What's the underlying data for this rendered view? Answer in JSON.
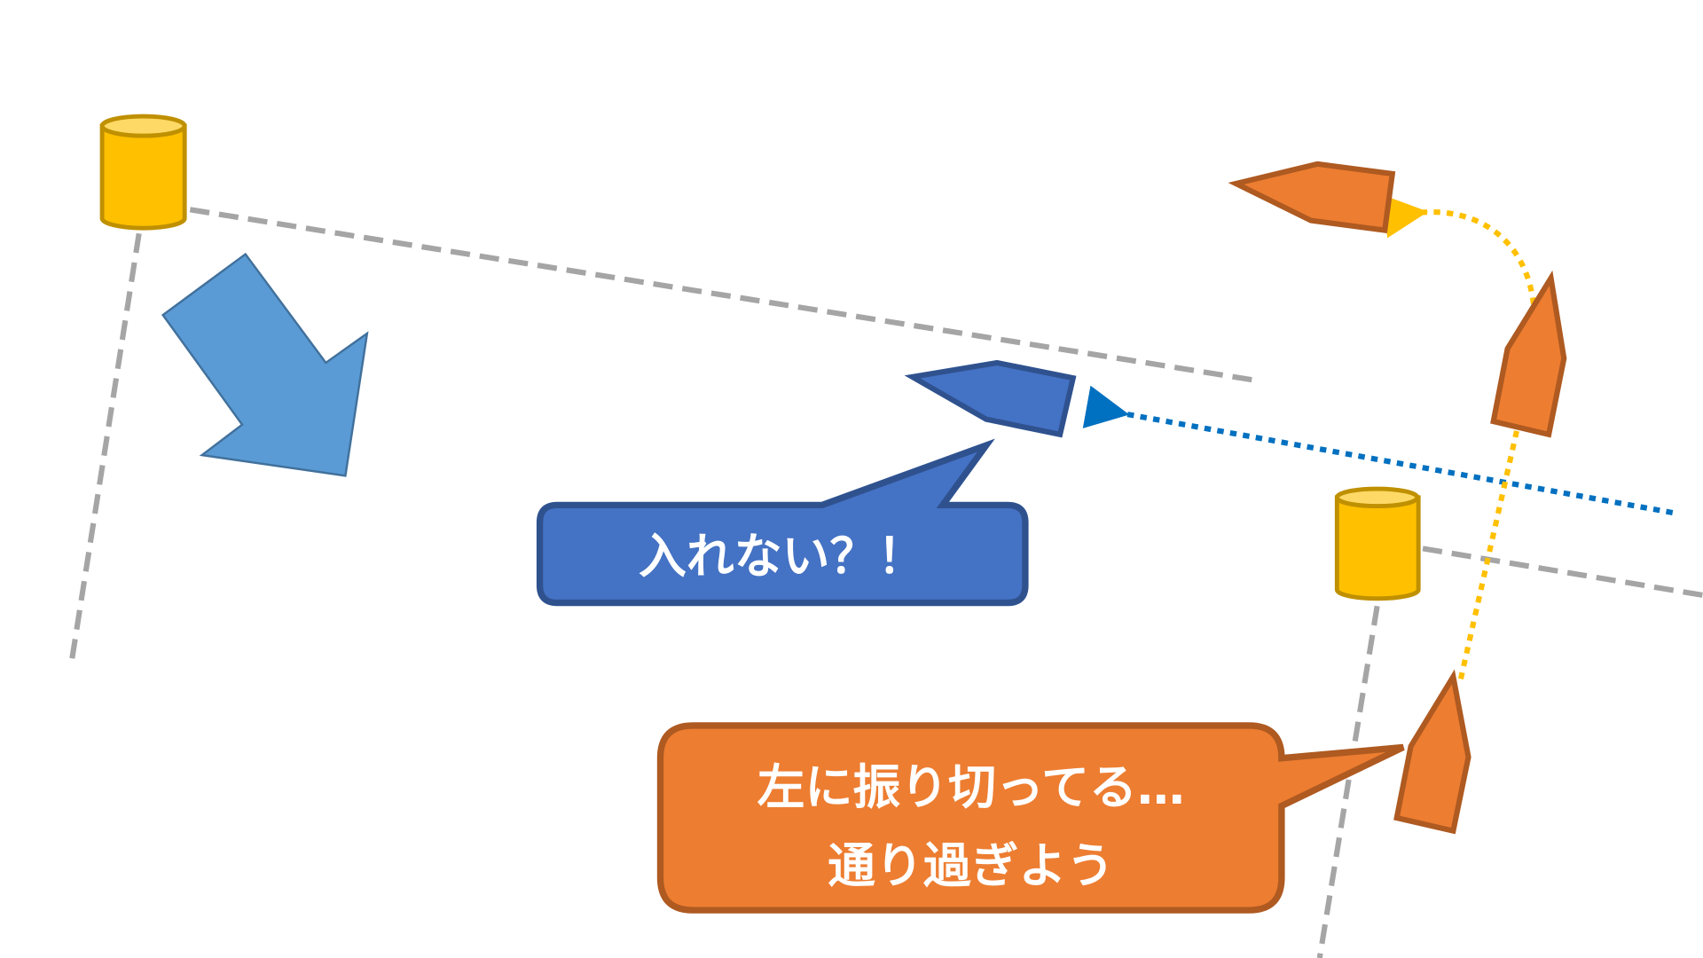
{
  "callouts": {
    "blue": {
      "text": "入れない？！"
    },
    "orange": {
      "line1": "左に振り切ってる…",
      "line2": "通り過ぎよう"
    }
  },
  "colors": {
    "buoy_fill": "#ffc000",
    "buoy_stroke": "#bf9000",
    "blue_arrow": "#5b9bd5",
    "blue_boat": "#4472c4",
    "orange_boat": "#ed7d31",
    "dashed_line": "#a5a5a5",
    "blue_path": "#0070c0",
    "yellow_path": "#ffc000"
  }
}
